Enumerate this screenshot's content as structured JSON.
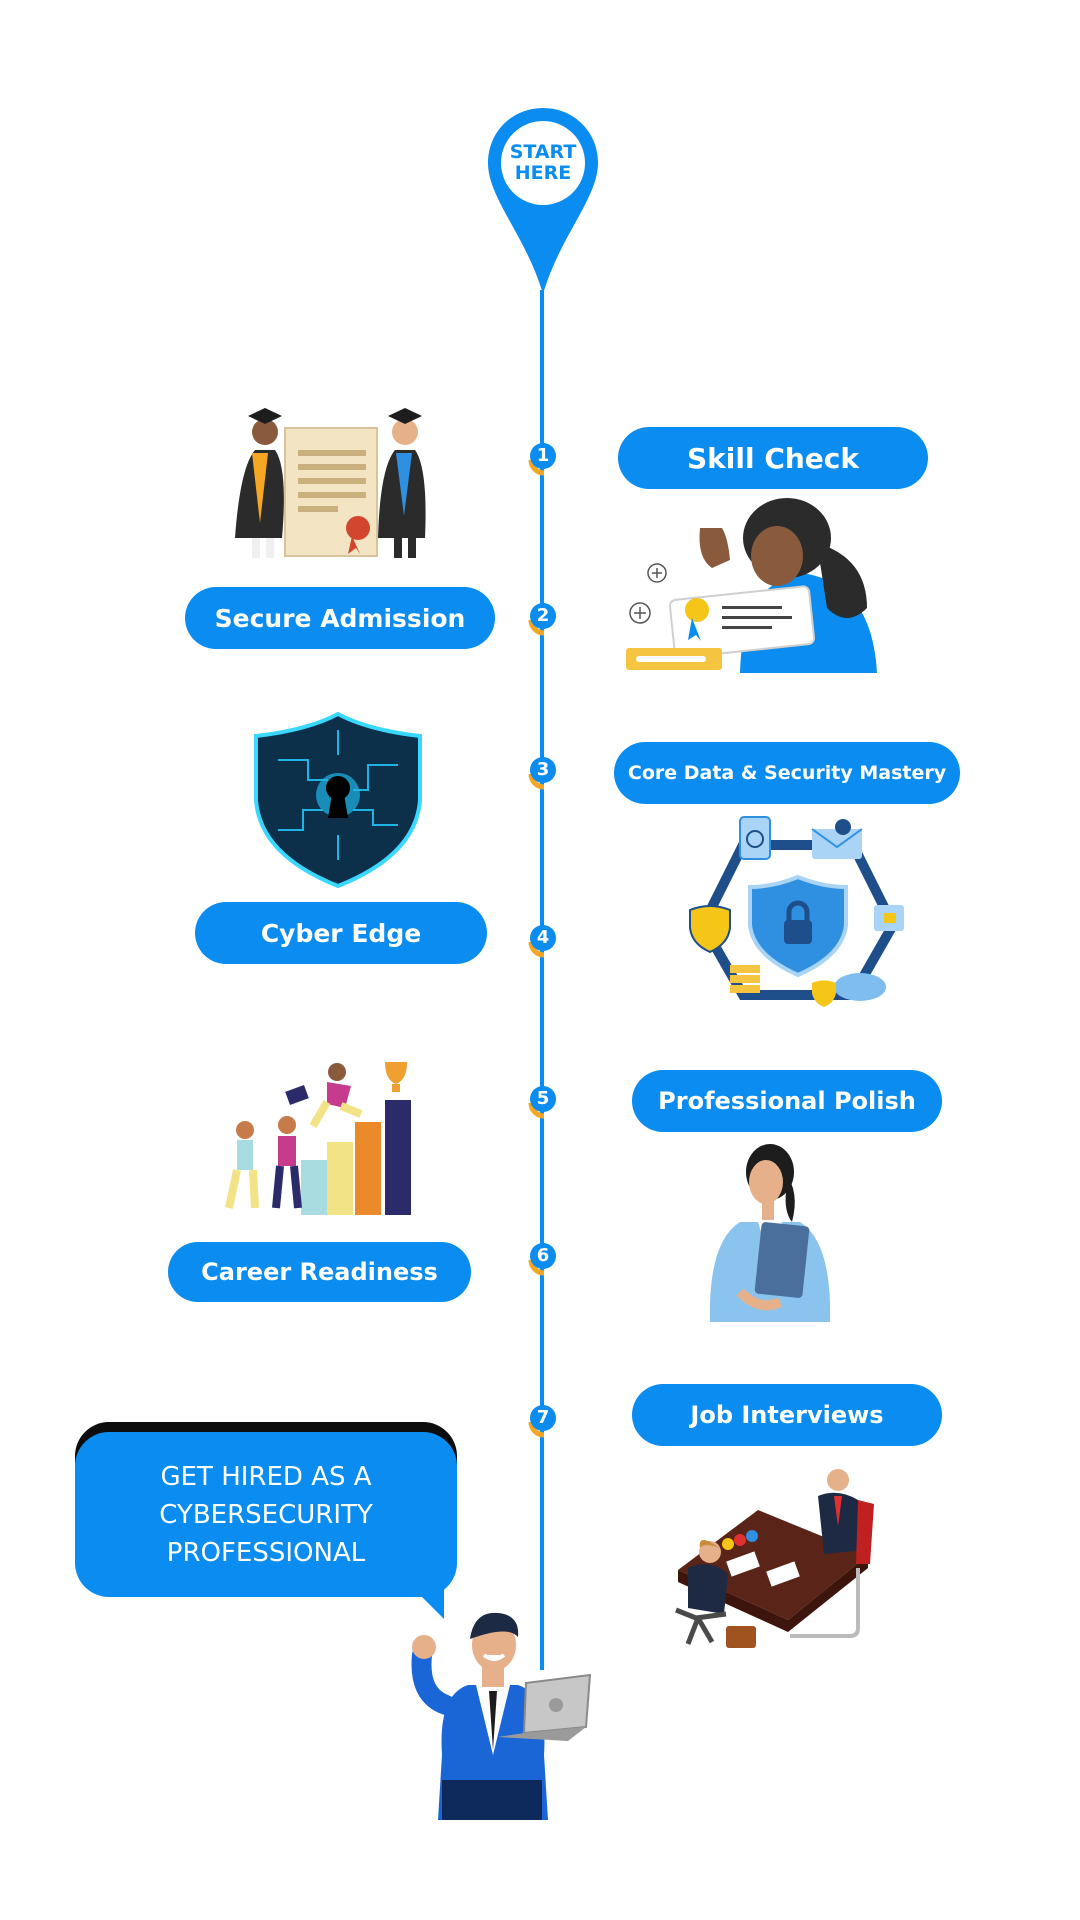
{
  "pin": {
    "line1": "START",
    "line2": "HERE"
  },
  "steps": [
    {
      "number": "1",
      "label": "Skill Check"
    },
    {
      "number": "2",
      "label": "Secure Admission"
    },
    {
      "number": "3",
      "label": "Core Data & Security Mastery"
    },
    {
      "number": "4",
      "label": "Cyber Edge"
    },
    {
      "number": "5",
      "label": "Professional Polish"
    },
    {
      "number": "6",
      "label": "Career Readiness"
    },
    {
      "number": "7",
      "label": "Job Interviews"
    }
  ],
  "goal": {
    "line1": "GET HIRED AS A",
    "line2": "CYBERSECURITY",
    "line3": "PROFESSIONAL"
  },
  "colors": {
    "primary": "#0a8cf0",
    "accent": "#f5a623",
    "white": "#ffffff"
  },
  "icons": [
    "location-pin-icon",
    "graduates-diploma-icon",
    "woman-certificate-icon",
    "security-shield-keyhole-icon",
    "security-network-icon",
    "career-growth-chart-icon",
    "business-woman-icon",
    "job-interview-icon",
    "celebrating-man-icon"
  ]
}
